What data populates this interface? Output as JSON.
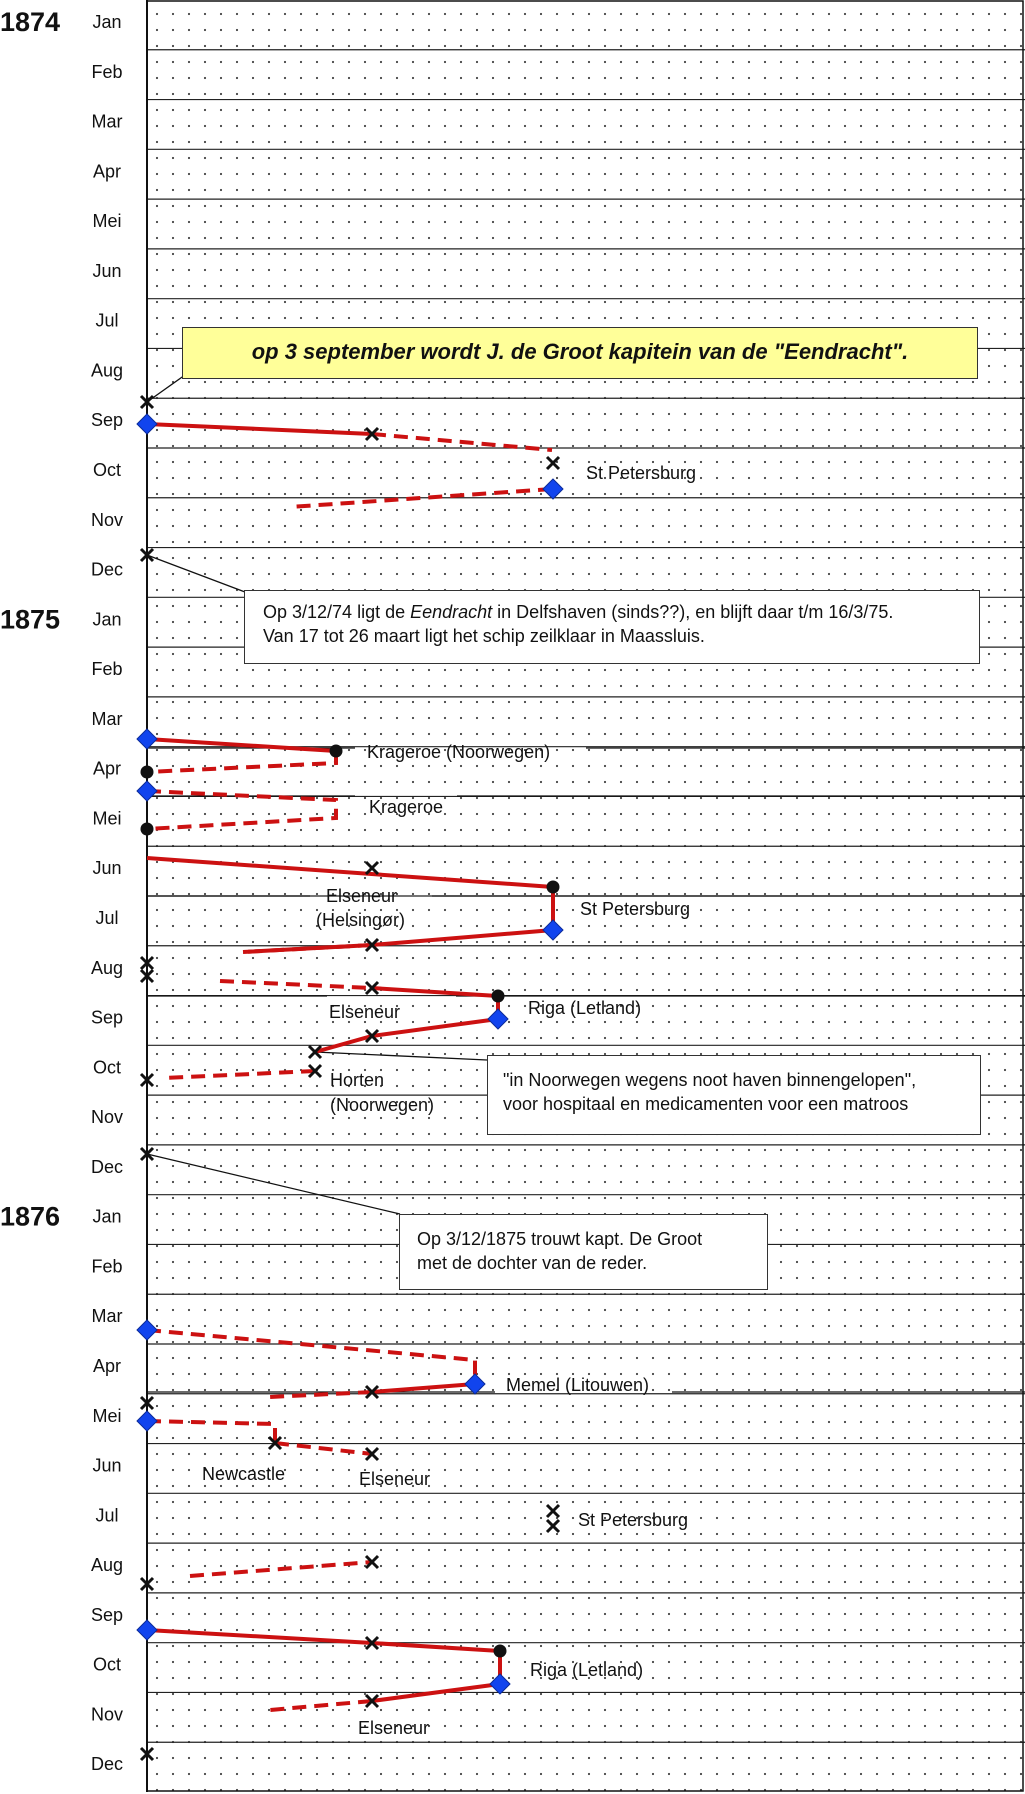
{
  "years": [
    {
      "label": "1874",
      "months": [
        "Jan",
        "Feb",
        "Mar",
        "Apr",
        "Mei",
        "Jun",
        "Jul",
        "Aug",
        "Sep",
        "Oct",
        "Nov",
        "Dec"
      ]
    },
    {
      "label": "1875",
      "months": [
        "Jan",
        "Feb",
        "Mar",
        "Apr",
        "Mei",
        "Jun",
        "Jul",
        "Aug",
        "Sep",
        "Oct",
        "Nov",
        "Dec"
      ]
    },
    {
      "label": "1876",
      "months": [
        "Jan",
        "Feb",
        "Mar",
        "Apr",
        "Mei",
        "Jun",
        "Jul",
        "Aug",
        "Sep",
        "Oct",
        "Nov",
        "Dec"
      ]
    }
  ],
  "places": {
    "st_petersburg_1874": "St Petersburg",
    "krageroe_noorwegen": "Krageroe (Noorwegen)",
    "krageroe": "Krageroe",
    "elseneur_1": "Elseneur",
    "helsingor": "(Helsingør)",
    "st_petersburg_1875": "St Petersburg",
    "elseneur_2": "Elseneur",
    "riga_1875": "Riga (Letland)",
    "horten": "Horten",
    "horten_noorwegen": "(Noorwegen)",
    "memel": "Memel (Litouwen)",
    "newcastle": "Newcastle",
    "elseneur_3": "Elseneur",
    "st_petersburg_1876": "St Petersburg",
    "riga_1876": "Riga (Letland)",
    "elseneur_4": "Elseneur"
  },
  "notes": {
    "title_note": "op 3 september wordt J. de Groot kapitein van de \"Eendracht\".",
    "delfshaven_a": "Op 3/12/74 ligt de ",
    "delfshaven_ship": "Eendracht",
    "delfshaven_b": " in Delfshaven (sinds??), en blijft daar t/m 16/3/75.",
    "delfshaven_line2": "Van 17 tot 26 maart ligt het schip zeilklaar in Maassluis.",
    "noorwegen_line1": "\"in Noorwegen wegens noot haven binnengelopen\",",
    "noorwegen_line2": "voor hospitaal en medicamenten voor een matroos",
    "trouwt_line1": "Op 3/12/1875 trouwt kapt. De Groot",
    "trouwt_line2": "met de dochter van de reder."
  },
  "colors": {
    "route": "#cc1111",
    "port_diamond": "#1144ee",
    "marker": "#111111",
    "grid": "#222222",
    "title_note_bg": "#ffff99"
  }
}
